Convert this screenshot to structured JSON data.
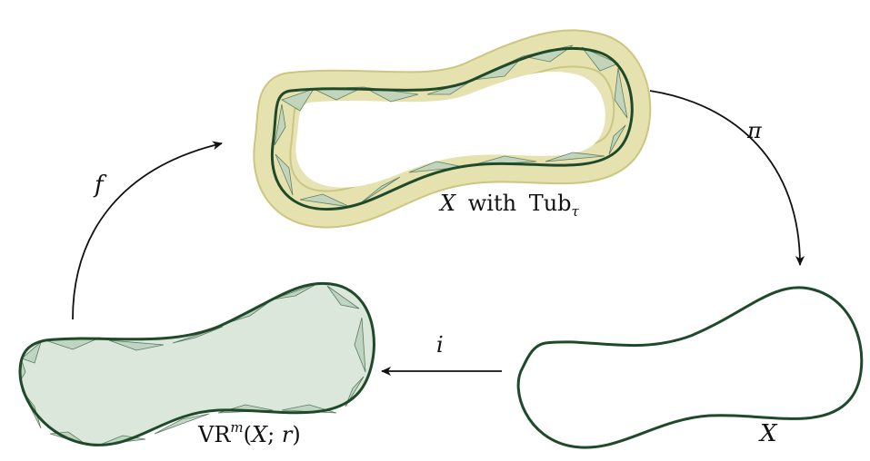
{
  "labels": {
    "x_with_tub_var": "X",
    "x_with_tub_word": "with",
    "x_with_tub_name": "Tub",
    "x_with_tub_sub": "τ",
    "x_label": "X",
    "vr_name": "VR",
    "vr_sup": "m",
    "vr_args_open": "(",
    "vr_args_x": "X",
    "vr_args_sep": "; ",
    "vr_args_r": "r",
    "vr_args_close": ")"
  },
  "arrows": {
    "pi": "π",
    "i": "i",
    "f": "f"
  },
  "colors": {
    "curve": "#1f4a2a",
    "tube_fill": "#e6e2b0",
    "tube_edge": "#c9c47a",
    "complex_fill": "#bcd3bf",
    "complex_stroke": "#4b6e52",
    "arrow": "#111111"
  }
}
